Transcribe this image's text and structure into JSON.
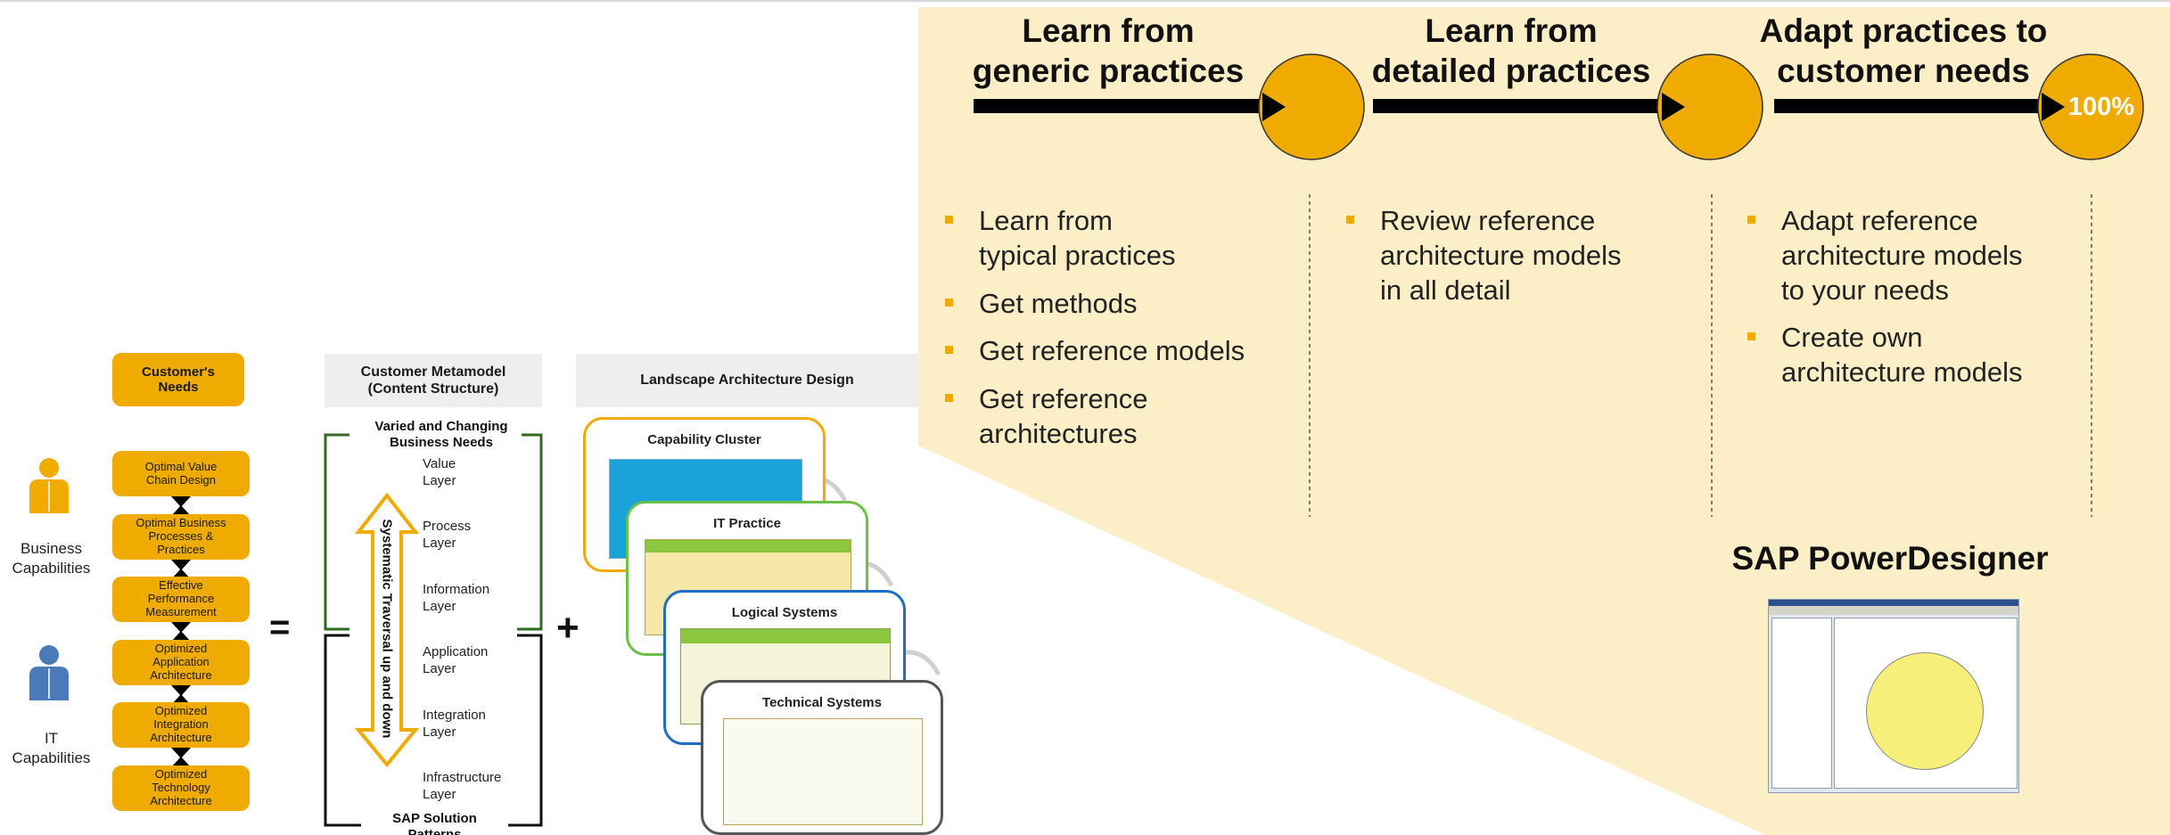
{
  "colors": {
    "accent": "#f0ab00",
    "panel": "#fcefc8",
    "dark_green": "#2e6b1f",
    "blue": "#1e6ec8",
    "person": "#f0ab00",
    "person_it": "#4a7ab8"
  },
  "phases": [
    {
      "title_line1": "Learn from",
      "title_line2": "generic practices",
      "bullets": [
        {
          "text": "Learn from\ntypical practices"
        },
        {
          "text": "Get methods"
        },
        {
          "text": "Get reference models"
        },
        {
          "text": "Get reference\narchitectures"
        }
      ]
    },
    {
      "title_line1": "Learn from",
      "title_line2": "detailed practices",
      "bullets": [
        {
          "text": "Review reference\narchitecture models\nin all detail"
        }
      ]
    },
    {
      "title_line1": "Adapt practices to",
      "title_line2": "customer needs",
      "percent": "100%",
      "bullets": [
        {
          "text": "Adapt reference\narchitecture models\nto your needs"
        },
        {
          "text": "Create own\narchitecture models"
        }
      ]
    }
  ],
  "tool": {
    "name": "SAP PowerDesigner"
  },
  "left": {
    "people": [
      {
        "label": "Business\nCapabilities",
        "icon": "business-person-icon"
      },
      {
        "label": "IT\nCapabilities",
        "icon": "it-person-icon"
      }
    ],
    "needs_header": "Customer's\nNeeds",
    "capabilities": [
      "Optimal Value\nChain Design",
      "Optimal Business\nProcesses &\nPractices",
      "Effective\nPerformance\nMeasurement",
      "Optimized\nApplication\nArchitecture",
      "Optimized\nIntegration\nArchitecture",
      "Optimized\nTechnology\nArchitecture"
    ],
    "equals": "=",
    "plus": "+",
    "metamodel_header": "Customer Metamodel\n(Content Structure)",
    "top_bracket_label": "Varied and Changing\nBusiness Needs",
    "bottom_bracket_label": "SAP Solution\nPatterns",
    "traversal_label": "Systematic Traversal up and down",
    "layers": [
      "Value\nLayer",
      "Process\nLayer",
      "Information\nLayer",
      "Application\nLayer",
      "Integration\nLayer",
      "Infrastructure\nLayer"
    ],
    "landscape_header": "Landscape Architecture Design",
    "cards": [
      {
        "title": "Capability Cluster"
      },
      {
        "title": "IT Practice"
      },
      {
        "title": "Logical Systems"
      },
      {
        "title": "Technical Systems"
      }
    ]
  }
}
